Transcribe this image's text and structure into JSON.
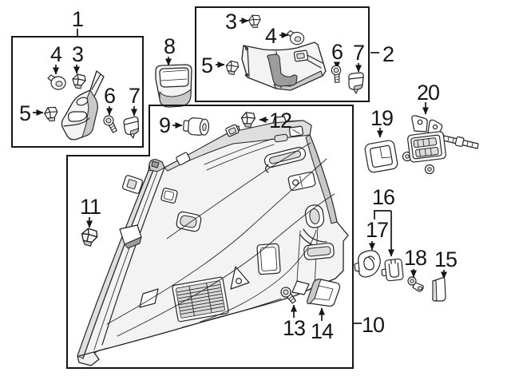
{
  "diagram_type": "exploded-parts-diagram",
  "colors": {
    "background": "#ffffff",
    "line": "#161616",
    "panel_fill": "#f3f3f3",
    "shade_light": "#dcdcdc",
    "shade_mid": "#c9c9c9",
    "shade_dark": "#9c9c9c"
  },
  "groups": {
    "box1": {
      "label": "1",
      "callouts": {
        "c3": "3",
        "c4": "4",
        "c5": "5",
        "c6": "6",
        "c7": "7"
      }
    },
    "box2": {
      "label": "2",
      "callouts": {
        "c3": "3",
        "c4": "4",
        "c5": "5",
        "c6": "6",
        "c7": "7"
      }
    },
    "box10": {
      "label": "10",
      "callouts": {
        "c9": "9",
        "c11": "11",
        "c12": "12",
        "c13": "13",
        "c14": "14"
      }
    }
  },
  "callouts": {
    "c8": "8",
    "c15": "15",
    "c16": "16",
    "c17": "17",
    "c18": "18",
    "c19": "19",
    "c20": "20"
  }
}
